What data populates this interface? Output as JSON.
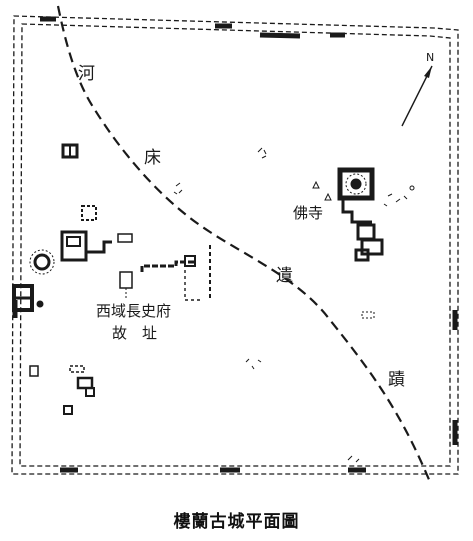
{
  "map": {
    "caption": "樓蘭古城平面圖",
    "north_label": "N",
    "labels": {
      "he": "河",
      "chuang": "床",
      "yi": "遺",
      "ji": "蹟",
      "temple": "佛寺",
      "office_line1": "西域長史府",
      "office_line2": "故　址"
    },
    "ink_color": "#1a1a1a"
  }
}
